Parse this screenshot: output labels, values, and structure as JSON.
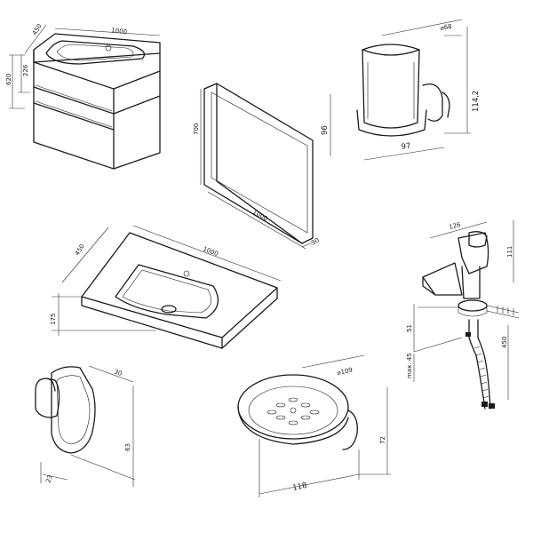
{
  "sheet": {
    "vanity": {
      "width": "1000",
      "depth": "450",
      "height": "620",
      "drawer": "226"
    },
    "mirror": {
      "height": "700",
      "width": "1000",
      "depth": "30"
    },
    "glass_holder": {
      "diameter": "⌀68",
      "height": "96",
      "projection": "97",
      "total": "114,2"
    },
    "basin": {
      "width": "1000",
      "depth": "450",
      "height": "175"
    },
    "faucet": {
      "dim_top": "126",
      "dim_spout": "111",
      "dim_body": "51",
      "dim_max": "max. 45",
      "dim_hose": "450"
    },
    "hook": {
      "width": "30",
      "height": "63",
      "depth": "23"
    },
    "soap_dish": {
      "diameter": "⌀109",
      "width": "118",
      "height": "72"
    }
  }
}
